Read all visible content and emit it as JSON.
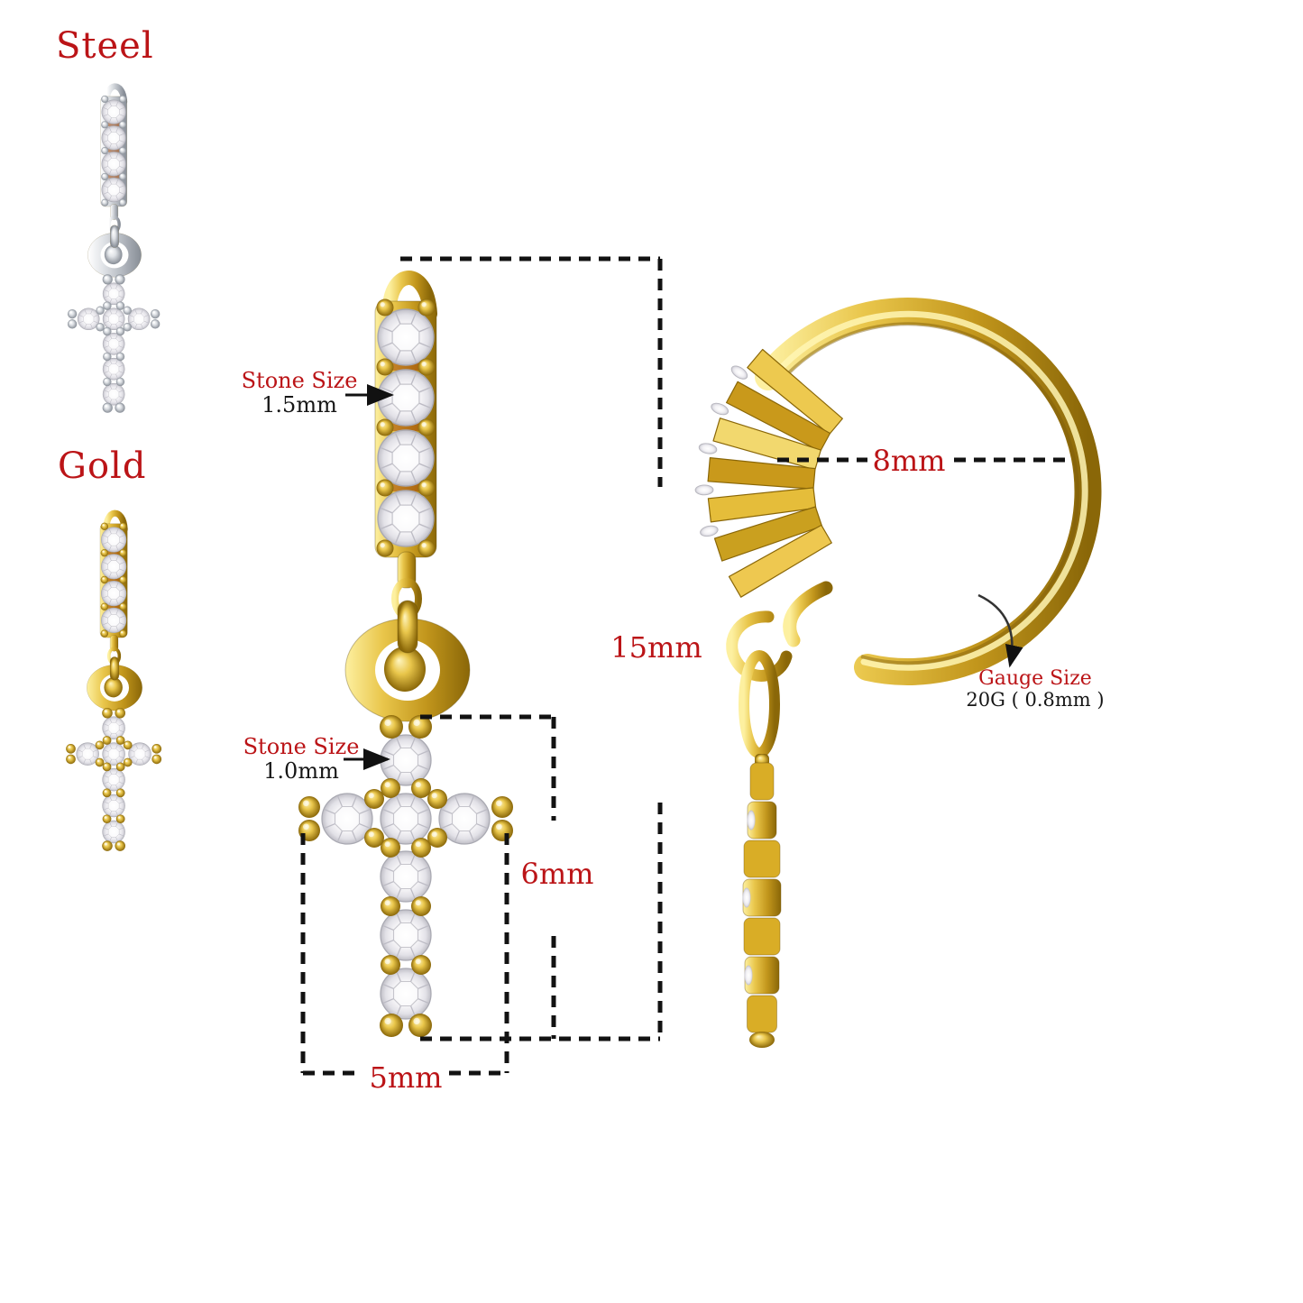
{
  "materials": [
    {
      "label": "Steel"
    },
    {
      "label": "Gold"
    }
  ],
  "annotations": {
    "stone_size_hoop": {
      "label": "Stone Size",
      "value": "1.5mm"
    },
    "stone_size_cross": {
      "label": "Stone Size",
      "value": "1.0mm"
    },
    "gauge": {
      "label": "Gauge Size",
      "value": "20G ( 0.8mm )"
    }
  },
  "dimensions": {
    "overall_height": "15mm",
    "cross_height": "6mm",
    "cross_width": "5mm",
    "hoop_inner_diameter": "8mm"
  },
  "colors": {
    "background": "#ffffff",
    "accent_red": "#bb1417",
    "text_dark": "#161616",
    "dimension_line": "#121212",
    "gold": {
      "light": "#fdf0a0",
      "mid": "#e9c64b",
      "deep": "#c2961c",
      "dark": "#8a6708"
    },
    "steel": {
      "light": "#ffffff",
      "mid": "#dfe2e6",
      "deep": "#b3b8bf",
      "dark": "#878d96"
    },
    "stone": {
      "center": "#ffffff",
      "mid": "#f3f2f5",
      "edge": "#bfbec6"
    }
  }
}
